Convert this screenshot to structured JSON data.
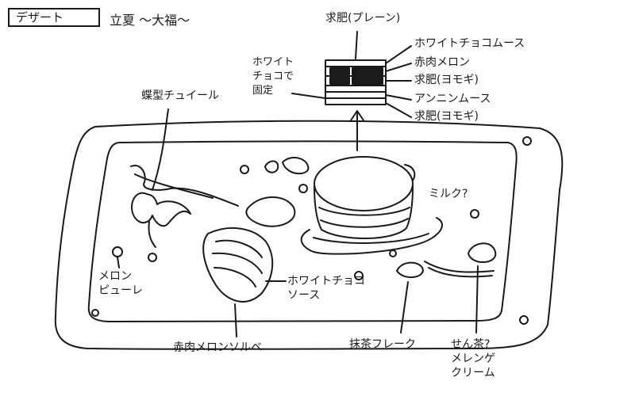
{
  "header": {
    "category": "デザート",
    "title": "立夏 〜大福〜"
  },
  "stack": {
    "top_label": "求肥(プレーン)",
    "layers": [
      "ホワイトチョコムース",
      "赤肉メロン",
      "求肥(ヨモギ)",
      "アンニンムース",
      "求肥(ヨモギ)"
    ],
    "left_label": [
      "ホワイト",
      "チョコで",
      "固定"
    ]
  },
  "plate": {
    "butterfly": "蝶型チュイール",
    "melon_puree": [
      "メロン",
      "ピューレ"
    ],
    "white_choco_sauce": [
      "ホワイトチョコ",
      "ソース"
    ],
    "sorbet": "赤肉メロンソルベ",
    "matcha": "抹茶フレーク",
    "milk": "ミルク?",
    "meringue": [
      "せん茶?",
      "メレンゲ",
      "クリーム"
    ]
  }
}
